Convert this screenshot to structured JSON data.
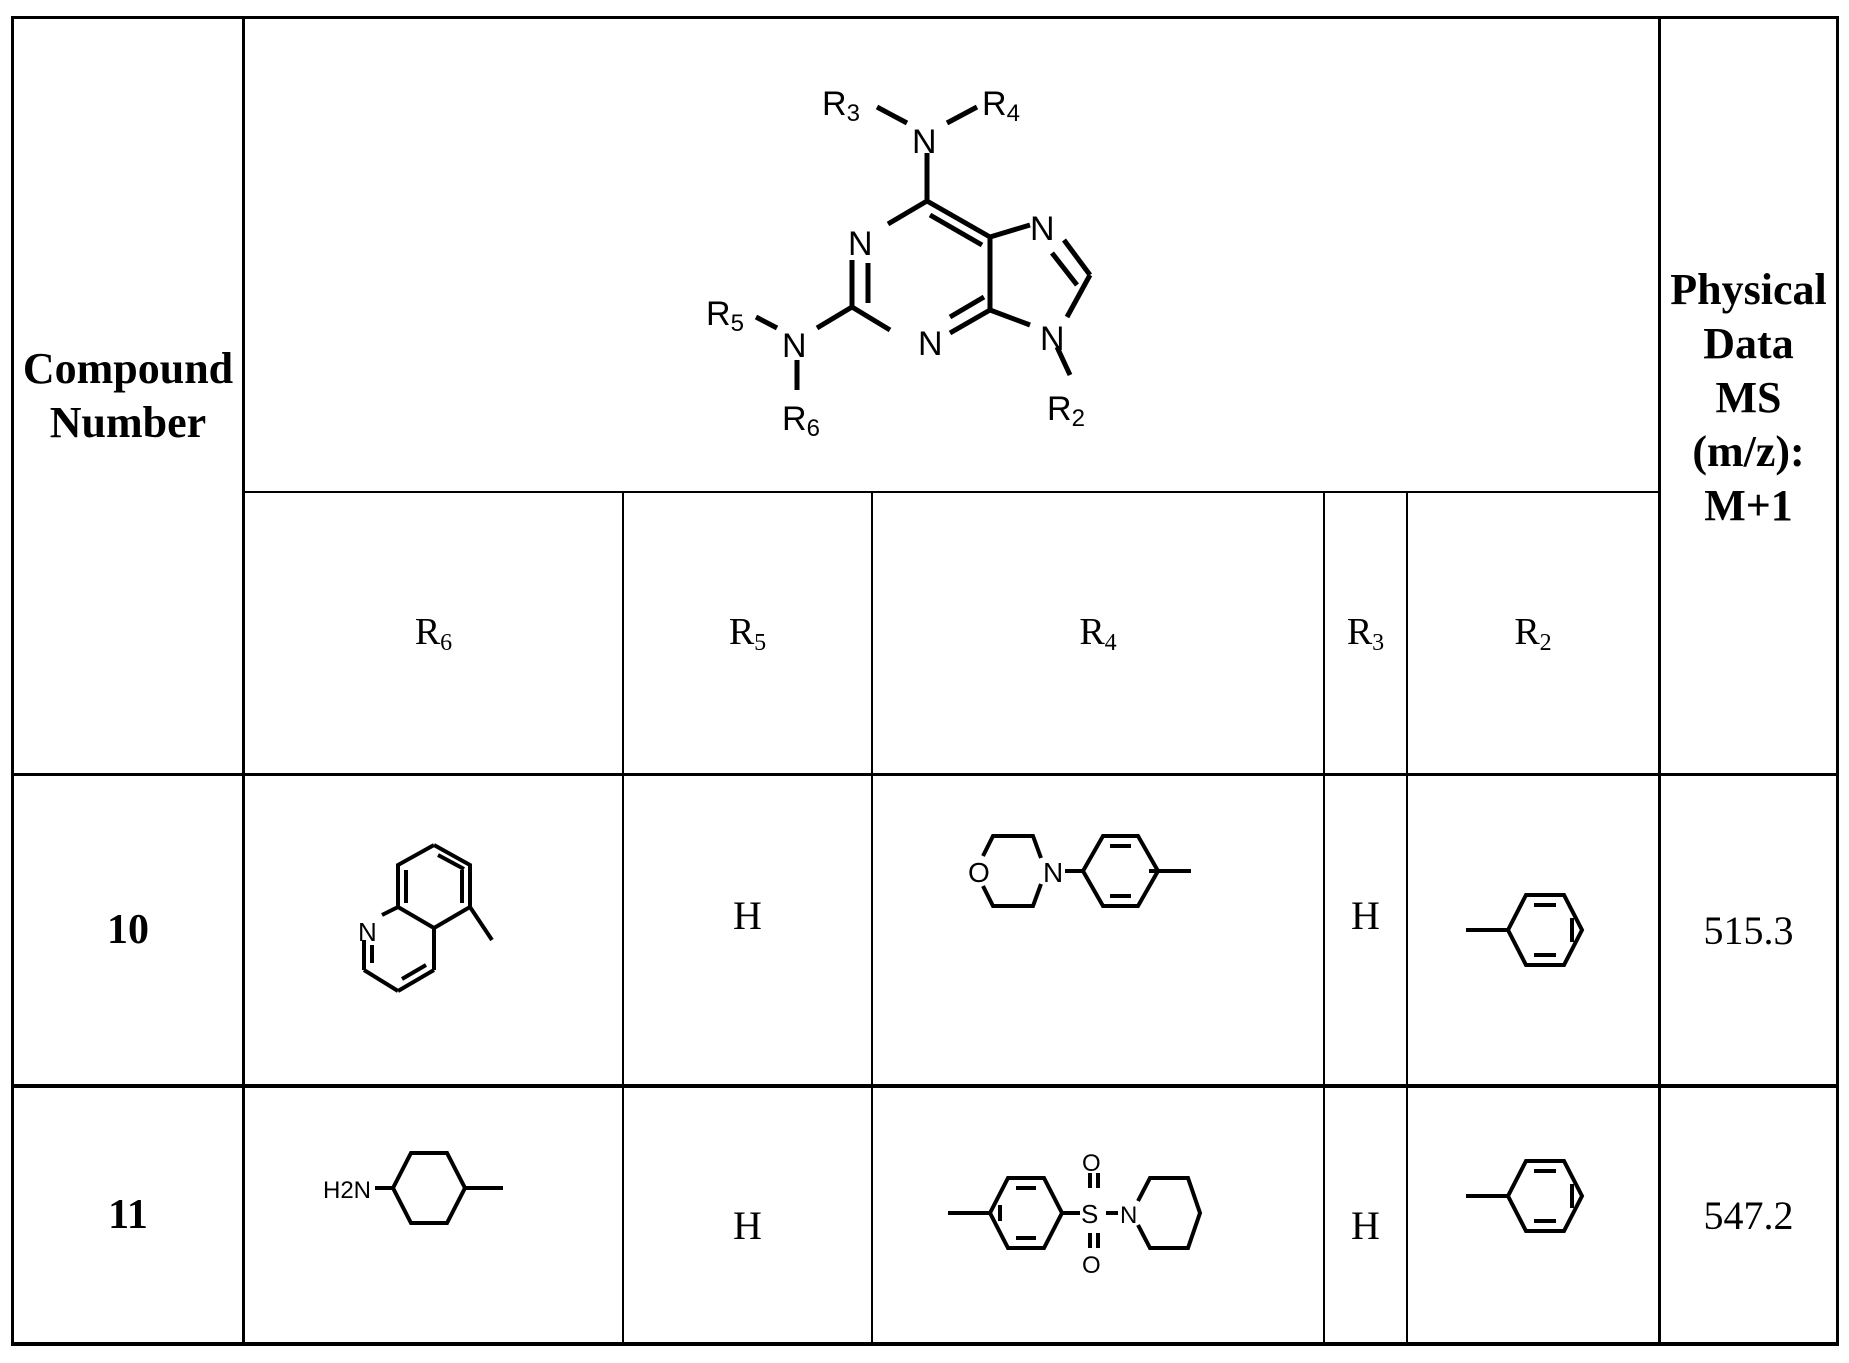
{
  "table": {
    "header": {
      "compound_number": "Compound Number",
      "physical_data": "Physical Data MS (m/z): M+1",
      "physical_data_lines": [
        "Physical",
        "Data",
        "MS",
        "(m/z):",
        "M+1"
      ],
      "compound_number_lines": [
        "Compound",
        "Number"
      ],
      "scaffold": {
        "description": "2,6-diamino-9-substituted purine core",
        "labels": {
          "r3": "R3",
          "r4": "R4",
          "r5": "R5",
          "r6": "R6",
          "r2": "R2",
          "n": "N"
        }
      },
      "substituent_columns": [
        {
          "base": "R",
          "sub": "6"
        },
        {
          "base": "R",
          "sub": "5"
        },
        {
          "base": "R",
          "sub": "4"
        },
        {
          "base": "R",
          "sub": "3"
        },
        {
          "base": "R",
          "sub": "2"
        }
      ]
    },
    "rows": [
      {
        "compound": "10",
        "r6": "quinolin-5-yl (structure)",
        "r5": "H",
        "r4": "4-morpholinophenyl (structure)",
        "r3": "H",
        "r2": "phenyl (structure)",
        "ms": "515.3"
      },
      {
        "compound": "11",
        "r6": "4-aminocyclohexyl (structure)",
        "r6_label": "H2N",
        "r5": "H",
        "r4": "4-(piperidin-1-ylsulfonyl)phenyl (structure)",
        "r4_labels": {
          "s": "S",
          "o": "O",
          "n": "N"
        },
        "r3": "H",
        "r2": "phenyl (structure)",
        "ms": "547.2"
      }
    ]
  }
}
